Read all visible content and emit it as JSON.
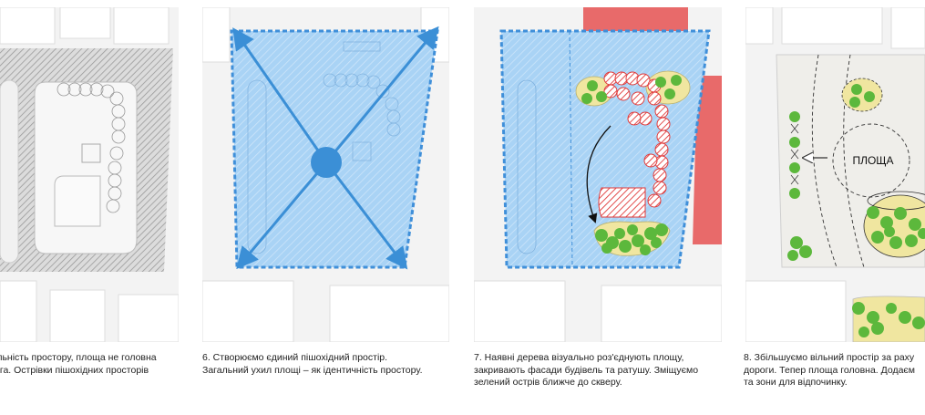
{
  "captions": {
    "c1": "ільність простору, площа не головна\nога. Острівки пішохідних просторів",
    "c2": "6. Створюємо єдиний пішохідний простір.\nЗагальний ухил площі – як ідентичність простору.",
    "c3": "7. Наявні дерева візуально роз'єднують площу,\nзакривають фасади будівель та ратушу. Зміщуємо\nзелений острів ближче до скверу.",
    "c4": "8. Збільшуємо вільний простір за раху\nдороги. Тепер площа головна. Додаєм\nта зони для відпочинку."
  },
  "panel4": {
    "plaza_label": "ПЛОЩА"
  },
  "colors": {
    "road_dark": "#777777",
    "pedestrian_blue": "#a9d3f5",
    "blue_outline": "#3f8fd9",
    "arrow_blue": "#3b8fd6",
    "building_red": "#e86a6a",
    "tree_green": "#5cb83c",
    "tree_island_yellow": "#f0e6a0",
    "background_grey": "#f3f3f3"
  }
}
